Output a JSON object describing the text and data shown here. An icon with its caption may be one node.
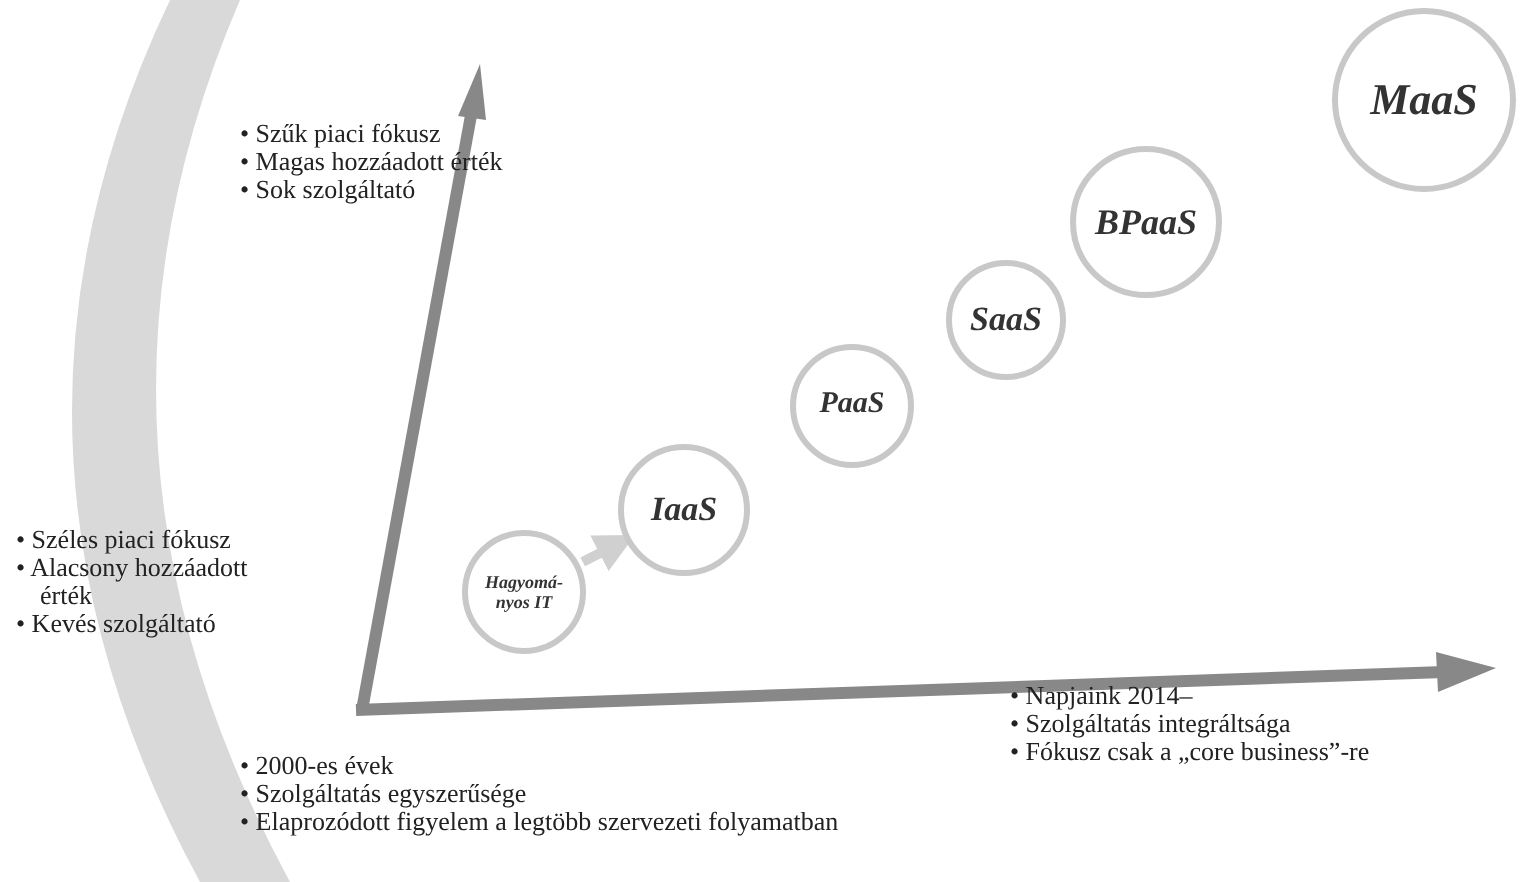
{
  "diagram": {
    "nodes": [
      {
        "text": [
          "Hagyomá- nyos IT"
        ]
      },
      {
        "text": [
          "IaaS"
        ]
      },
      {
        "text": [
          "PaaS"
        ]
      },
      {
        "text": [
          "SaaS"
        ]
      },
      {
        "text": [
          "BPaaS"
        ]
      },
      {
        "text": [
          "MaaS"
        ]
      },
      {
        "text": [],
        "shape": "band"
      }
    ],
    "edges": [
      {
        "from": 0,
        "to": 1,
        "arrow": "to"
      }
    ],
    "labels": [
      "• Szűk piaci fókusz",
      "• Magas hozzáadott érték",
      "• Sok szolgáltató",
      "• Széles piaci fókusz",
      "• Alacsony hozzáadott érték",
      "• Kevés szolgáltató",
      "• 2000-es évek",
      "• Szolgáltatás egyszerűsége",
      "• Elaprozódott figyelem a legtöbb szervezeti folyamatban",
      "• Napjaink 2014–",
      "• Szolgáltatás integráltsága",
      "• Fókusz csak a „core business”-re"
    ]
  }
}
